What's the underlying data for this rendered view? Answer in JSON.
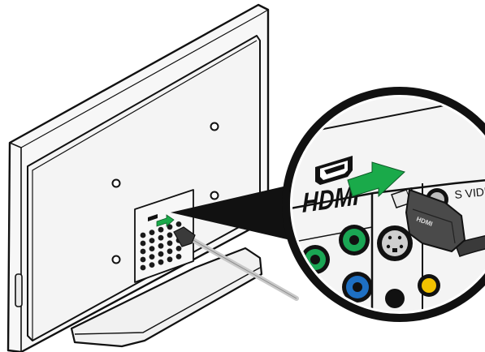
{
  "labels": {
    "hdmi_logo": "HDMI",
    "s_video": "S VIDEO",
    "plug_text": "HDMI"
  },
  "colors": {
    "arrow_green": "#1aaa4a",
    "jack_green": "#1aa654",
    "jack_blue": "#1e6fc2",
    "jack_yellow": "#f2c200",
    "outline": "#111111",
    "tv_back": "#f4f4f4",
    "cable_gray": "#c9c9c9"
  },
  "icons": [
    "arrow-right-icon",
    "hdmi-port-icon",
    "hdmi-plug-icon",
    "s-video-jack-icon"
  ]
}
